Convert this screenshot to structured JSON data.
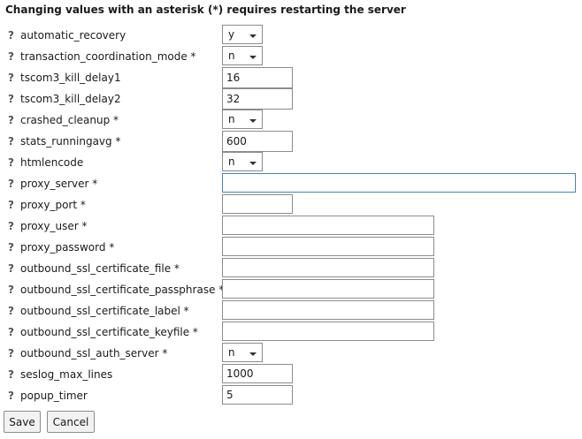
{
  "header": {
    "title": "Changing values with an asterisk (*) requires restarting the server"
  },
  "help_glyph": "?",
  "settings": [
    {
      "label": "automatic_recovery",
      "type": "select",
      "value": "y"
    },
    {
      "label": "transaction_coordination_mode *",
      "type": "select",
      "value": "n"
    },
    {
      "label": "tscom3_kill_delay1",
      "type": "text",
      "value": "16"
    },
    {
      "label": "tscom3_kill_delay2",
      "type": "text",
      "value": "32"
    },
    {
      "label": "crashed_cleanup *",
      "type": "select",
      "value": "n"
    },
    {
      "label": "stats_runningavg *",
      "type": "text",
      "value": "600"
    },
    {
      "label": "htmlencode",
      "type": "select",
      "value": "n"
    },
    {
      "label": "proxy_server *",
      "type": "text",
      "value": ""
    },
    {
      "label": "proxy_port *",
      "type": "text",
      "value": ""
    },
    {
      "label": "proxy_user *",
      "type": "text",
      "value": ""
    },
    {
      "label": "proxy_password *",
      "type": "text",
      "value": ""
    },
    {
      "label": "outbound_ssl_certificate_file *",
      "type": "text",
      "value": ""
    },
    {
      "label": "outbound_ssl_certificate_passphrase *",
      "type": "text",
      "value": ""
    },
    {
      "label": "outbound_ssl_certificate_label *",
      "type": "text",
      "value": ""
    },
    {
      "label": "outbound_ssl_certificate_keyfile *",
      "type": "text",
      "value": ""
    },
    {
      "label": "outbound_ssl_auth_server *",
      "type": "select",
      "value": "n"
    },
    {
      "label": "seslog_max_lines",
      "type": "text",
      "value": "1000"
    },
    {
      "label": "popup_timer",
      "type": "text",
      "value": "5"
    }
  ],
  "buttons": {
    "save_label": "Save",
    "cancel_label": "Cancel"
  },
  "colors": {
    "focused_field_border": "#4a83b8",
    "field_border": "#8c8c8c"
  }
}
